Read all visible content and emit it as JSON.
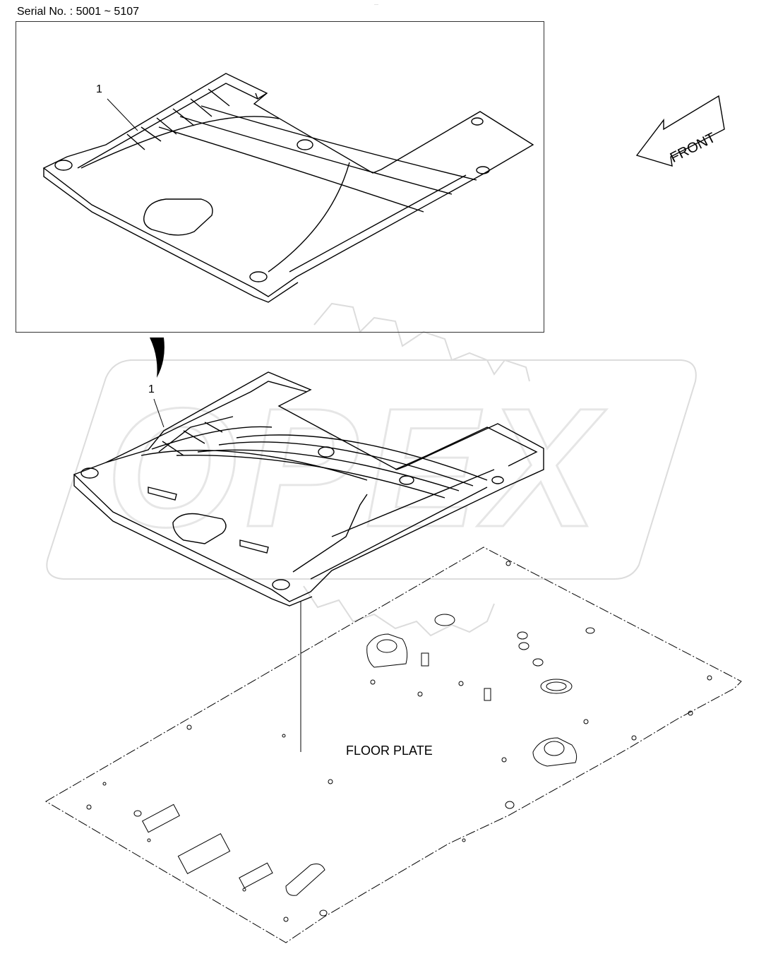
{
  "header": {
    "serial_label": "Serial No. : 5001 ~ 5107",
    "top_marks": "···"
  },
  "callouts": {
    "top_part_number": "1",
    "main_part_number": "1"
  },
  "labels": {
    "floor_plate": "FLOOR PLATE",
    "front_arrow": "FRONT"
  },
  "watermark": {
    "text": "OPEX",
    "color": "#e6e6e6"
  },
  "colors": {
    "line": "#000000",
    "watermark": "#e6e6e6"
  }
}
